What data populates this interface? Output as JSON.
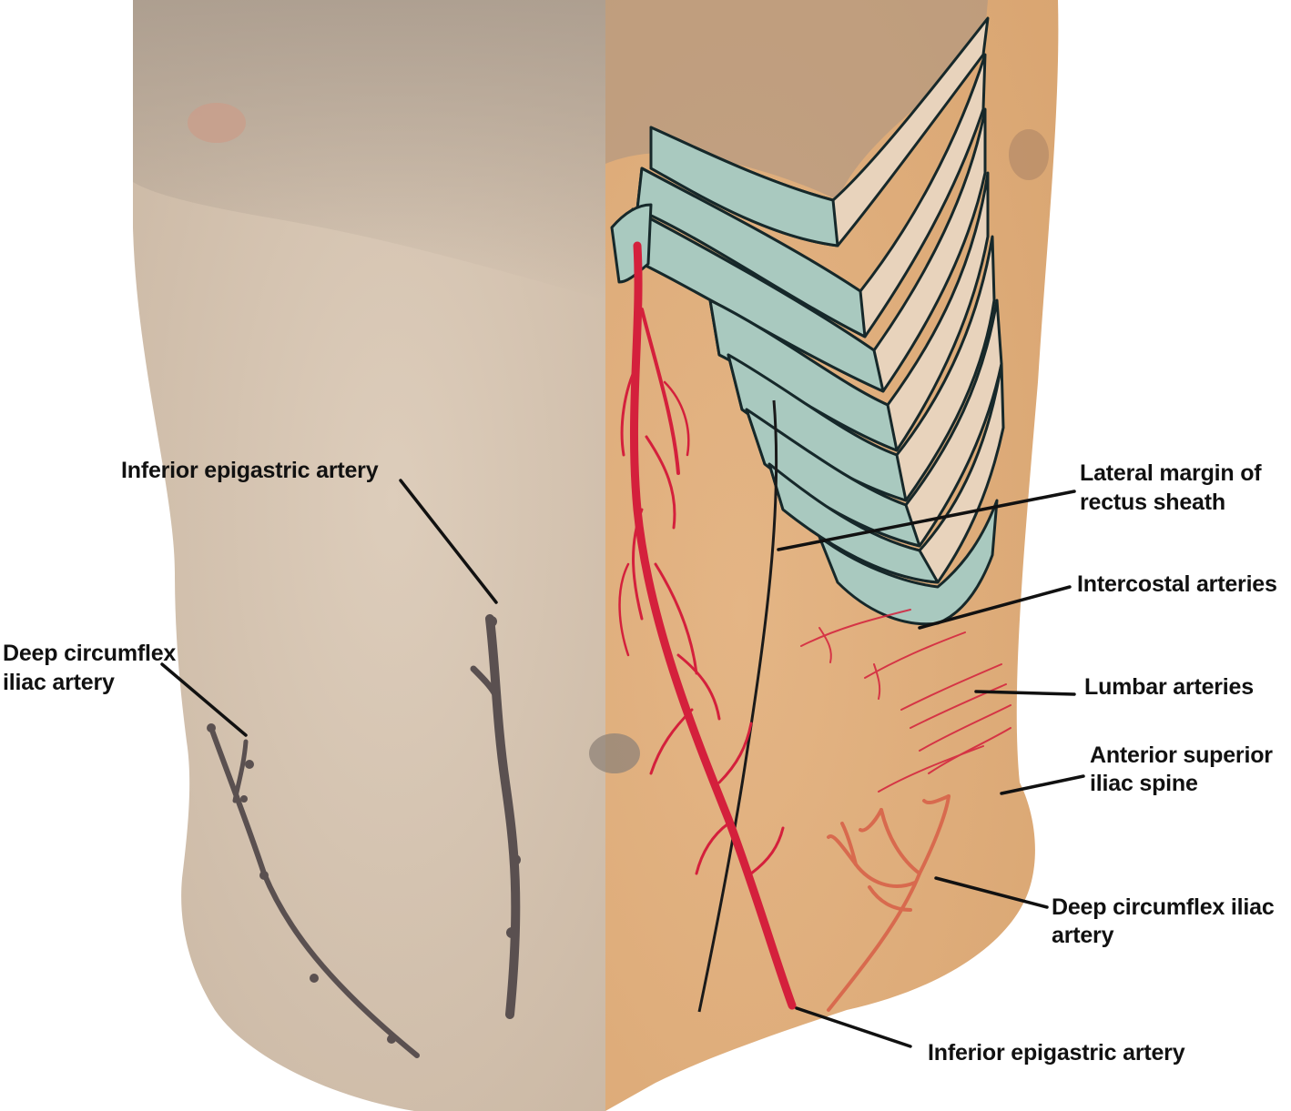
{
  "labels": {
    "inferior_epigastric_left": "Inferior epigastric artery",
    "deep_circumflex_left_1": "Deep circumflex",
    "deep_circumflex_left_2": "iliac artery",
    "lateral_margin_1": "Lateral margin of",
    "lateral_margin_2": "rectus sheath",
    "intercostal": "Intercostal arteries",
    "lumbar": "Lumbar arteries",
    "asis_1": "Anterior superior",
    "asis_2": "iliac spine",
    "deep_circumflex_right_1": "Deep circumflex iliac",
    "deep_circumflex_right_2": "artery",
    "inferior_epigastric_right": "Inferior epigastric artery"
  },
  "colors": {
    "skin_left": "#d9c9b6",
    "skin_right": "#e0b07e",
    "cartilage": "#a9c9bf",
    "rib": "#e8d3bc",
    "rib_outline": "#16282a",
    "artery_red": "#d4203c",
    "deep_circumflex": "#d86a4e",
    "marker_gray": "#5a5050",
    "leader": "#111111"
  }
}
